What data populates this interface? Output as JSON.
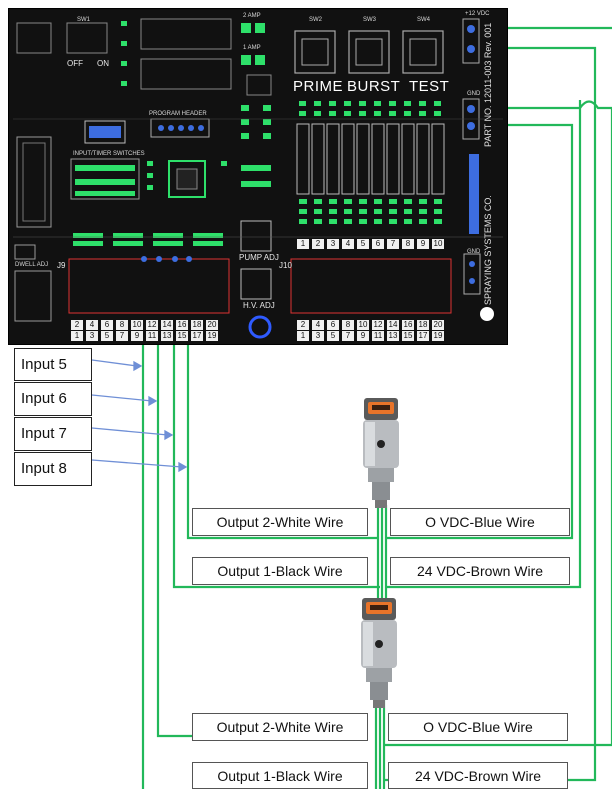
{
  "board": {
    "buttons": {
      "prime": "PRIME",
      "burst": "BURST",
      "test": "TEST"
    },
    "switch_labels": {
      "off": "OFF",
      "on": "ON"
    },
    "adjustments": {
      "pump": "PUMP ADJ",
      "hv": "H.V. ADJ"
    },
    "connectors": {
      "j9": "J9",
      "j10": "J10"
    },
    "side_text": {
      "part_no": "PART NO. 12011-003  Rev. 001",
      "company": "SPRAYING SYSTEMS CO."
    },
    "power_labels": {
      "vdc": "+12 VDC",
      "gnd_top": "GND",
      "gnd_bottom": "GND"
    },
    "small_labels": {
      "amp2": "2 AMP",
      "amp1": "1 AMP",
      "sw2": "SW2",
      "sw3": "SW3",
      "sw4": "SW4",
      "sw1": "SW1",
      "program_header": "PROGRAM HEADER",
      "input_switches": "INPUT/TIMER SWITCHES",
      "dwell_adj": "DWELL ADJ"
    },
    "j9_top_pins": [
      "2",
      "4",
      "6",
      "8",
      "10",
      "12",
      "14",
      "16",
      "18",
      "20"
    ],
    "j9_bottom_pins": [
      "1",
      "3",
      "5",
      "7",
      "9",
      "11",
      "13",
      "15",
      "17",
      "19"
    ],
    "j10_top_pins": [
      "2",
      "4",
      "6",
      "8",
      "10",
      "12",
      "14",
      "16",
      "18",
      "20"
    ],
    "j10_bottom_pins": [
      "1",
      "3",
      "5",
      "7",
      "9",
      "11",
      "13",
      "15",
      "17",
      "19"
    ],
    "channel_numbers": [
      "1",
      "2",
      "3",
      "4",
      "5",
      "6",
      "7",
      "8",
      "9",
      "10"
    ]
  },
  "inputs": [
    {
      "label": "Input 5"
    },
    {
      "label": "Input 6"
    },
    {
      "label": "Input 7"
    },
    {
      "label": "Input 8"
    }
  ],
  "sensor1": {
    "output2": "Output 2-White Wire",
    "vdc0": "O VDC-Blue Wire",
    "output1": "Output 1-Black Wire",
    "vdc24": "24 VDC-Brown Wire"
  },
  "sensor2": {
    "output2": "Output 2-White Wire",
    "vdc0": "O VDC-Blue Wire",
    "output1": "Output 1-Black Wire",
    "vdc24": "24 VDC-Brown Wire"
  },
  "colors": {
    "wire": "#22b85a",
    "arrow": "#6f8fd6",
    "board": "#111111",
    "led": "#2ee06a",
    "sensor_body": "#b9bcc0",
    "sensor_cap": "#e8742a"
  }
}
